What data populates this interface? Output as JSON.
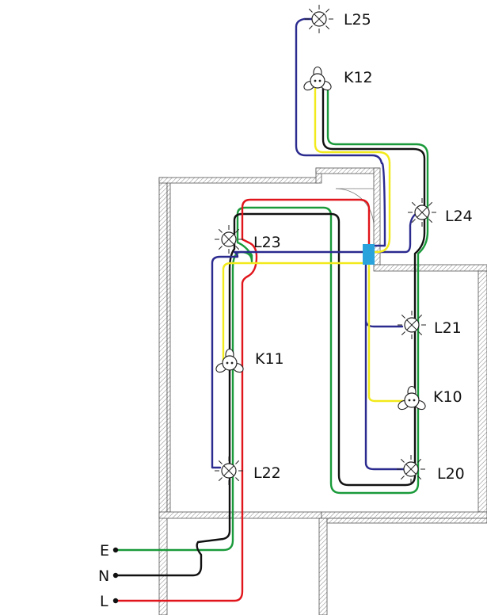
{
  "colors": {
    "earth": "#1a9a3a",
    "neutral": "#111111",
    "live": "#e0151b",
    "blue_wire": "#2b2a8f",
    "yellow_wire": "#f2ea1a",
    "junction_box": "#2aa3dc"
  },
  "supply": {
    "earth_label": "E",
    "neutral_label": "N",
    "live_label": "L"
  },
  "fixtures": {
    "lights": [
      {
        "id": "L25",
        "label": "L25",
        "icon": "light-bulb-icon"
      },
      {
        "id": "L24",
        "label": "L24",
        "icon": "light-bulb-icon"
      },
      {
        "id": "L23",
        "label": "L23",
        "icon": "light-bulb-icon"
      },
      {
        "id": "L21",
        "label": "L21",
        "icon": "light-bulb-icon"
      },
      {
        "id": "L22",
        "label": "L22",
        "icon": "light-bulb-icon"
      },
      {
        "id": "L20",
        "label": "L20",
        "icon": "light-bulb-icon"
      }
    ],
    "switches": [
      {
        "id": "K12",
        "label": "K12",
        "icon": "switch-icon"
      },
      {
        "id": "K11",
        "label": "K11",
        "icon": "switch-icon"
      },
      {
        "id": "K10",
        "label": "K10",
        "icon": "switch-icon"
      }
    ]
  }
}
